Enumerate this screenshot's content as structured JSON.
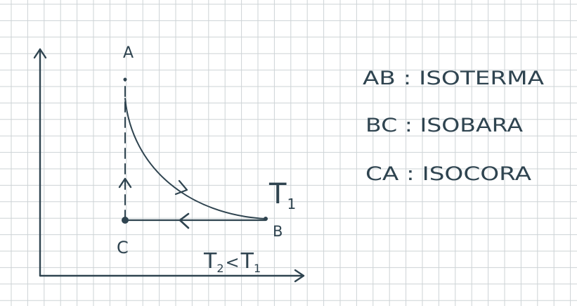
{
  "colors": {
    "background": "#ffffff",
    "grid": "#cdd3d6",
    "ink": "#2f4450"
  },
  "diagram": {
    "points": {
      "a": "A",
      "b": "B",
      "c": "C"
    },
    "temperatures": {
      "t1": "T",
      "t1_sub": "1",
      "t2": "T",
      "t2_sub": "2",
      "relation": "<",
      "t1b": "T",
      "t1b_sub": "1"
    },
    "legend": [
      {
        "label": "AB : ISOTERMA"
      },
      {
        "label": "BC : ISOBARA"
      },
      {
        "label": "CA : ISOCORA"
      }
    ]
  }
}
